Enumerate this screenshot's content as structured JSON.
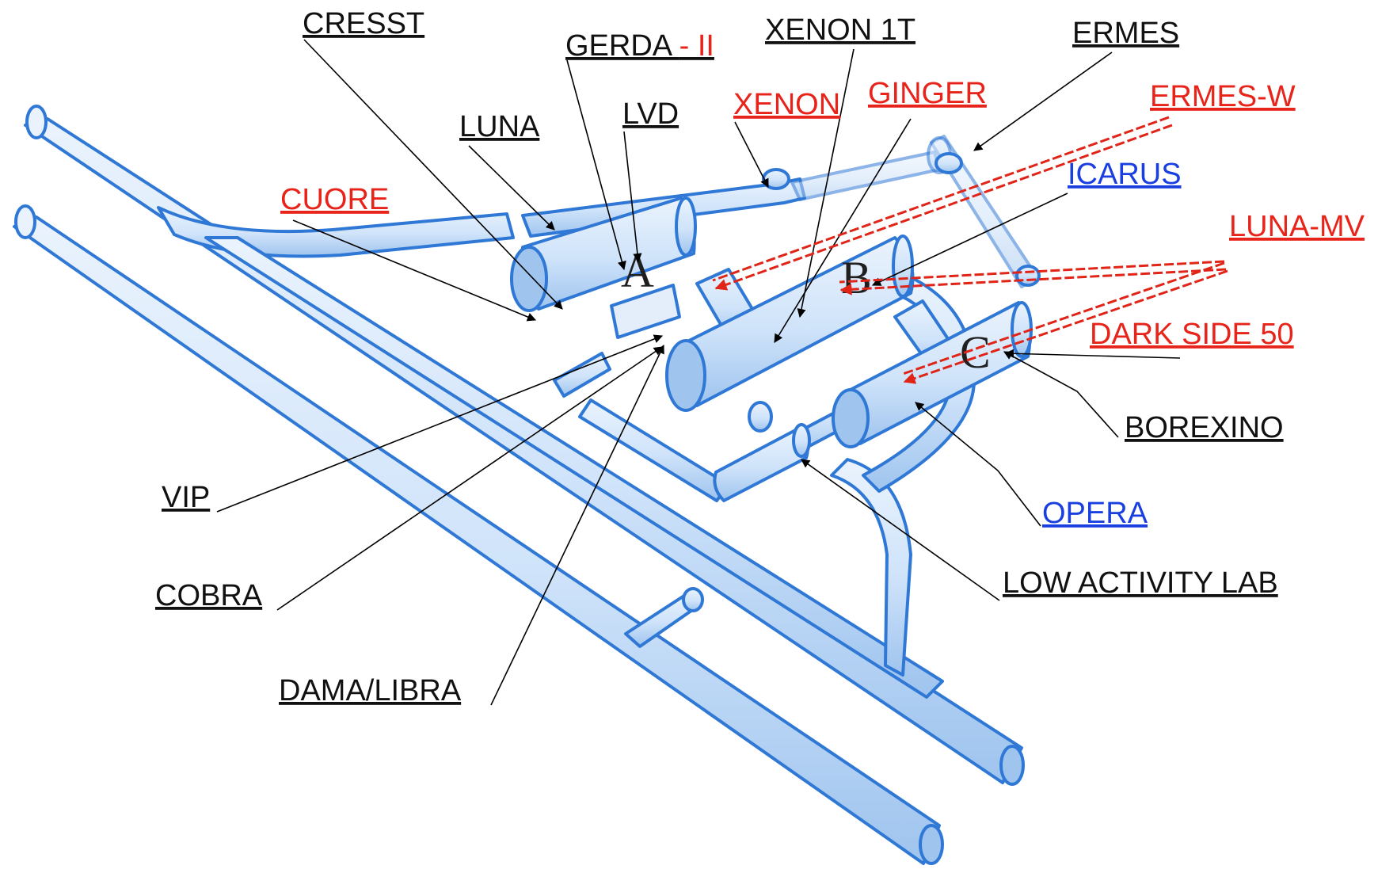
{
  "colors": {
    "structure_stroke": "#2f78d6",
    "structure_fill": "#cfe3fa",
    "structure_fill_dark": "#8fb9ec",
    "label_black": "#111111",
    "label_red": "#e8231a",
    "label_blue": "#1a3fe0",
    "arrow_black": "#000000",
    "arrow_red": "#e02418"
  },
  "halls": {
    "a": "A",
    "b": "B",
    "c": "C"
  },
  "labels": {
    "cresst": "CRESST",
    "gerda": "GERDA ",
    "gerda_suffix": "- II",
    "xenon1t": "XENON 1T",
    "ermes": "ERMES",
    "luna": "LUNA",
    "lvd": "LVD",
    "xenon": "XENON",
    "ginger": "GINGER",
    "ermes_w": "ERMES-W",
    "cuore": "CUORE",
    "icarus": "ICARUS",
    "luna_mv": "LUNA-MV",
    "dark_side_50": "DARK SIDE 50",
    "borexino": "BOREXINO",
    "opera": "OPERA",
    "vip": "VIP",
    "cobra": "COBRA",
    "low_activity_lab": "LOW ACTIVITY LAB",
    "dama_libra": "DAMA/LIBRA"
  }
}
